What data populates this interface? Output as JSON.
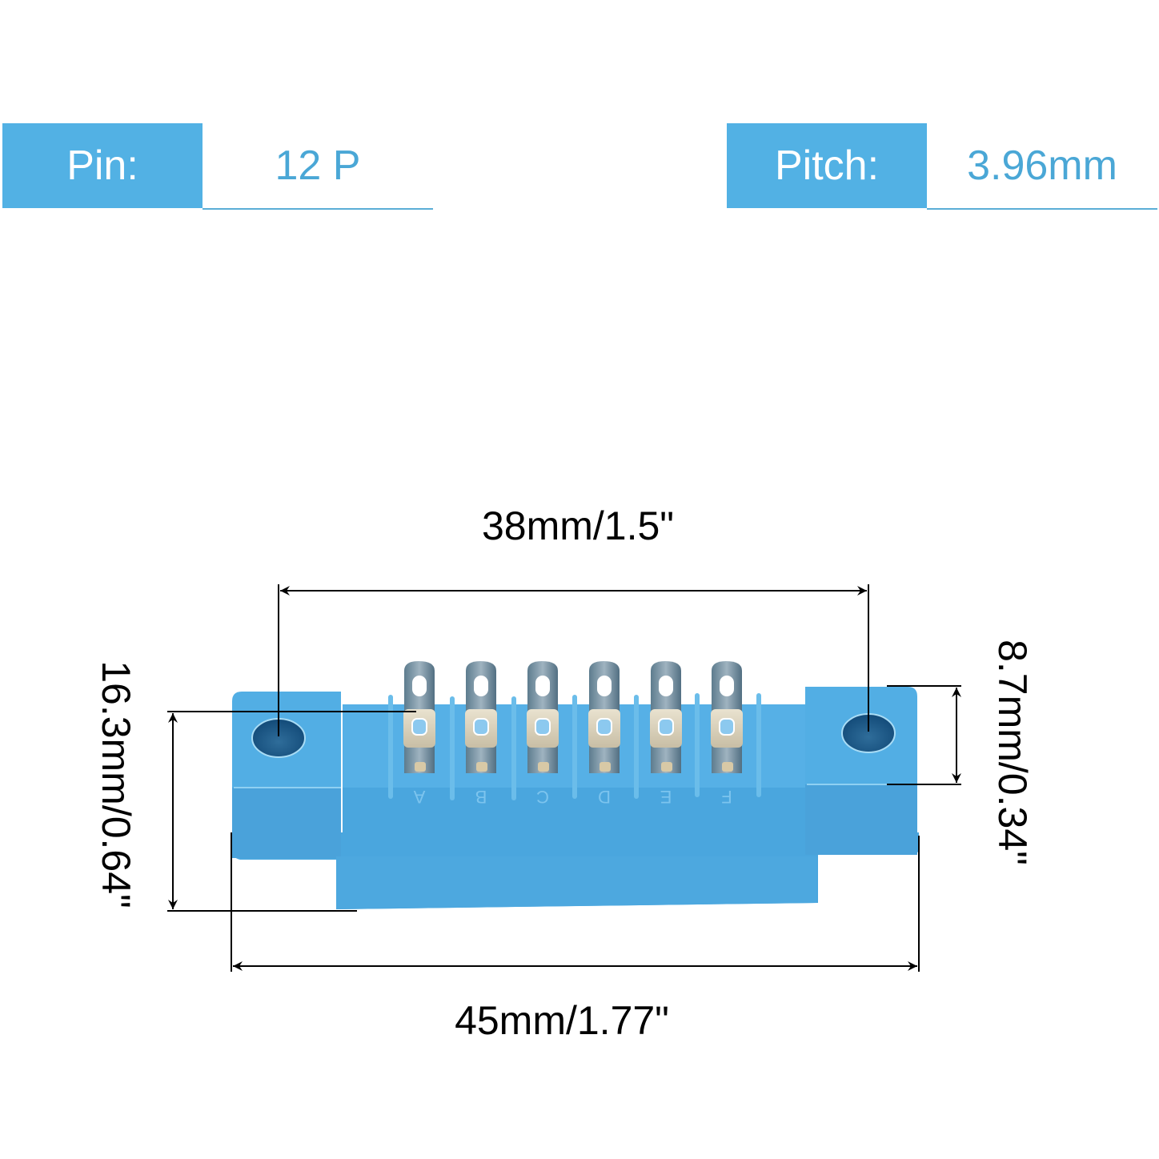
{
  "specs": {
    "pin": {
      "label": "Pin:",
      "value": "12 P"
    },
    "pitch": {
      "label": "Pitch:",
      "value": "3.96mm"
    }
  },
  "dimensions": {
    "mounting_hole_spacing": "38mm/1.5\"",
    "overall_length": "45mm/1.77\"",
    "overall_height": "16.3mm/0.64\"",
    "flange_height": "8.7mm/0.34\""
  },
  "connector": {
    "pin_letters": [
      "A",
      "B",
      "C",
      "D",
      "E",
      "F"
    ],
    "body_color": "#4aa6de",
    "accent_color": "#52b1e4"
  }
}
